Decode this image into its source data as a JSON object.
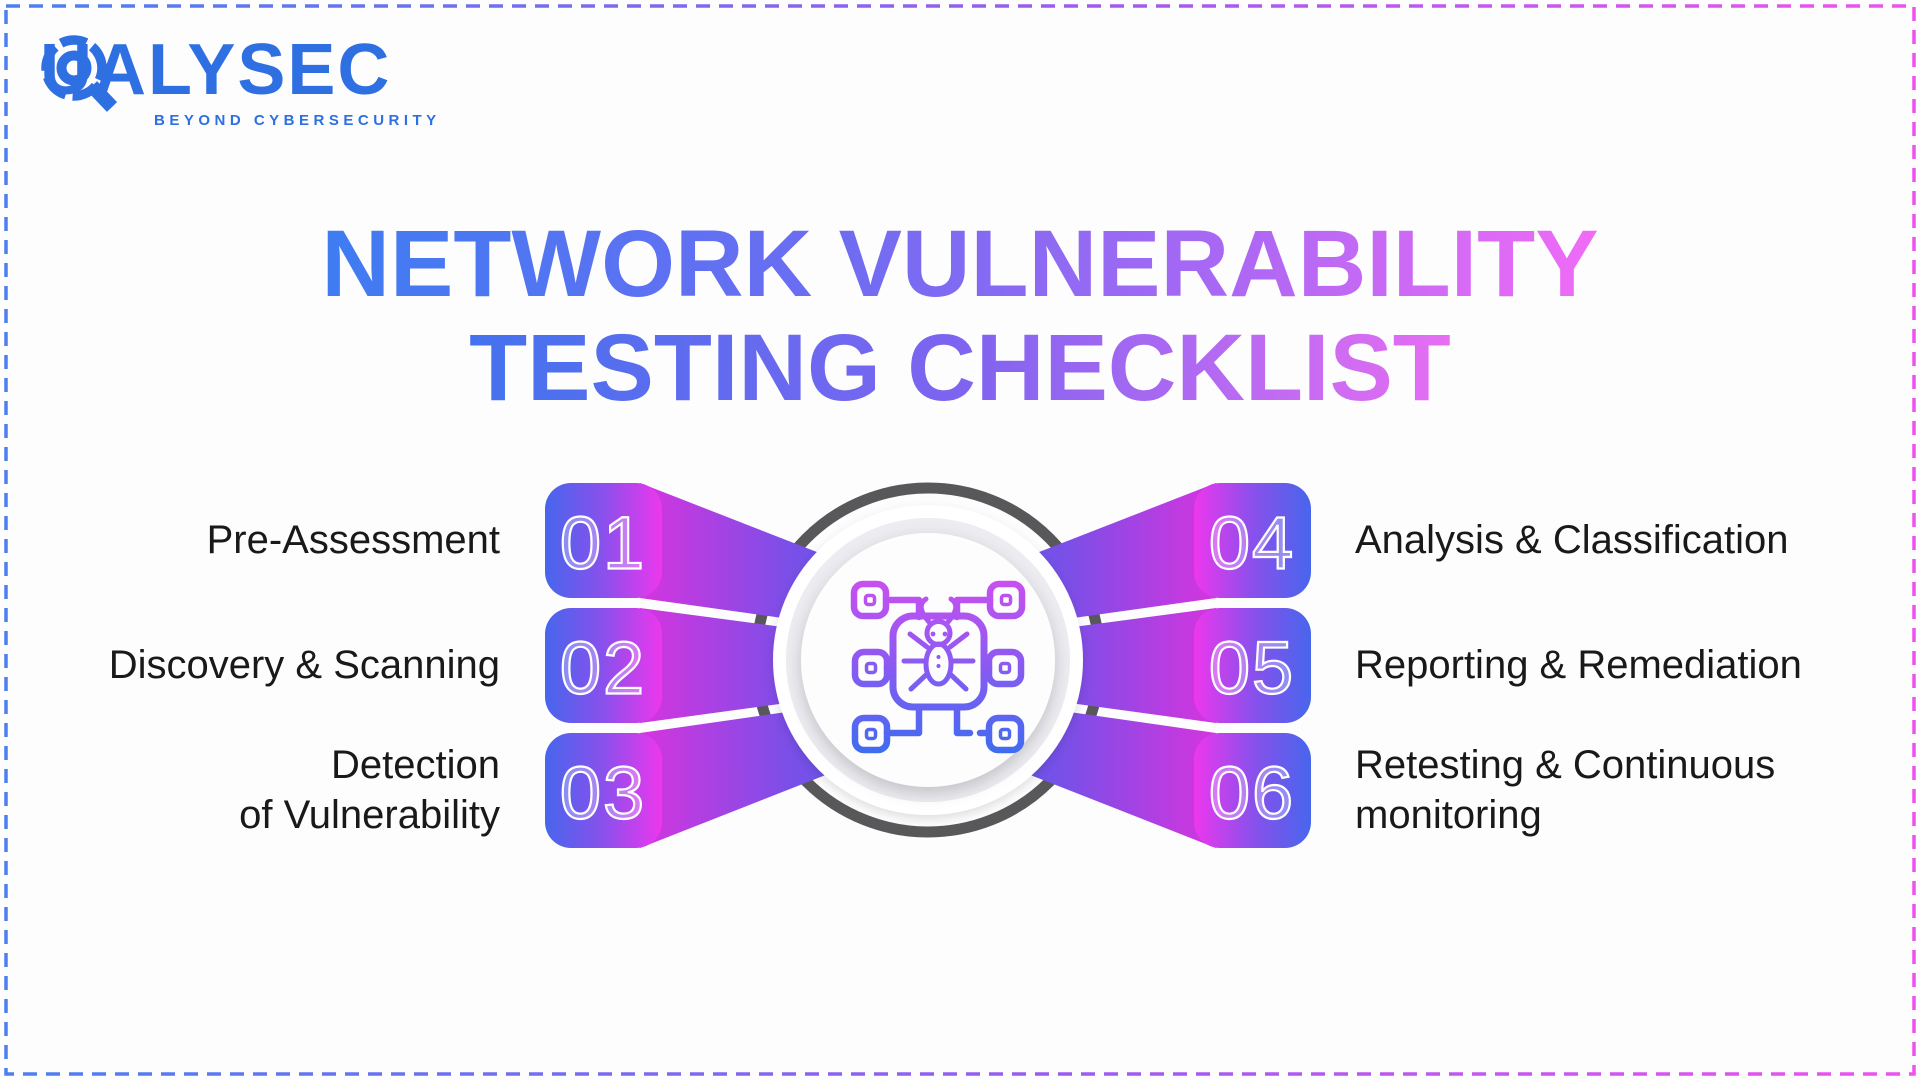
{
  "logo": {
    "brand": "QUALYSEC",
    "brand_rest": "UALYSEC",
    "tagline": "BEYOND CYBERSECURITY"
  },
  "title": {
    "line1": "NETWORK VULNERABILITY",
    "line2": "TESTING CHECKLIST"
  },
  "steps": [
    {
      "number": "01",
      "label": "Pre-Assessment",
      "side": "left"
    },
    {
      "number": "02",
      "label": "Discovery & Scanning",
      "side": "left"
    },
    {
      "number": "03",
      "label": "Detection\nof Vulnerability",
      "side": "left"
    },
    {
      "number": "04",
      "label": "Analysis & Classification",
      "side": "right"
    },
    {
      "number": "05",
      "label": "Reporting & Remediation",
      "side": "right"
    },
    {
      "number": "06",
      "label": "Retesting & Continuous\nmonitoring",
      "side": "right"
    }
  ],
  "center_icon": "bug-network-icon",
  "colors": {
    "brand_blue": "#2e6fe2",
    "badge_blue": "#4766ec",
    "badge_magenta": "#ed37ed",
    "ribbon_purple": "#7a4fe8",
    "title_blue": "#3e7cf2",
    "title_pink": "#f16bf6",
    "ring_gray": "#58585a",
    "label_text": "#191919",
    "border_blue": "#4c7ff0",
    "border_pink": "#ee52ee"
  }
}
